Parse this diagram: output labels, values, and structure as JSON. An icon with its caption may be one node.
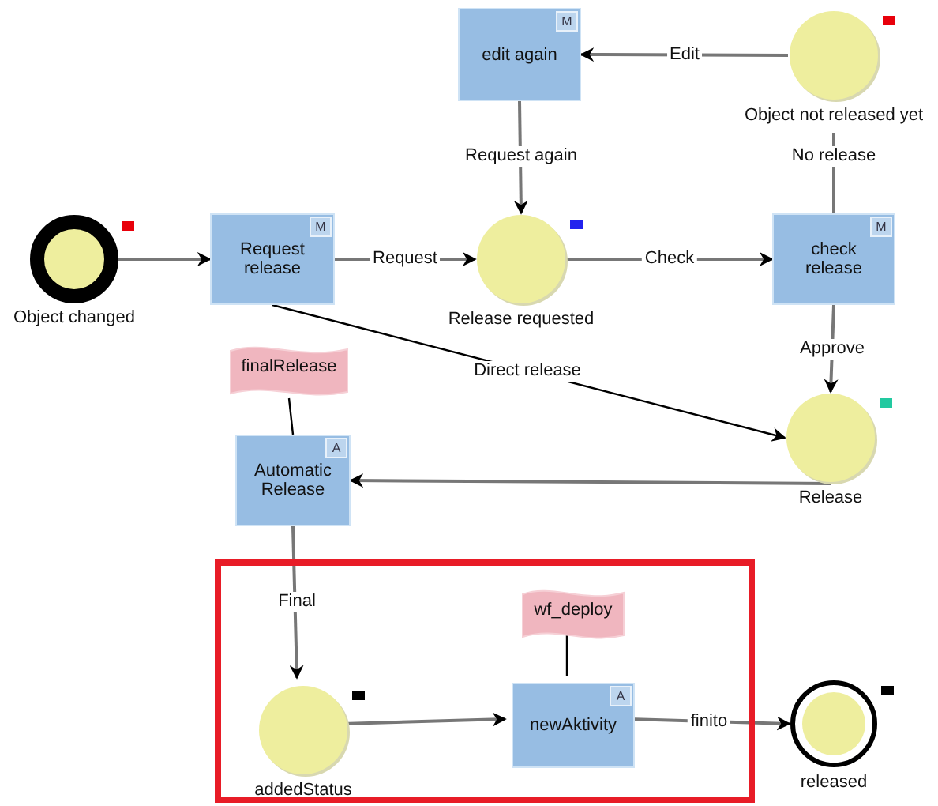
{
  "diagram": {
    "nodes": [
      {
        "text": [
          "Object changed"
        ]
      },
      {
        "text": [
          "Request release",
          "M"
        ]
      },
      {
        "text": [
          "edit again",
          "M"
        ]
      },
      {
        "text": [
          "Object not released yet"
        ]
      },
      {
        "text": [
          "Release requested"
        ]
      },
      {
        "text": [
          "check release",
          "M"
        ]
      },
      {
        "text": [
          "finalRelease"
        ]
      },
      {
        "text": [
          "Release"
        ]
      },
      {
        "text": [
          "Automatic Release",
          "A"
        ]
      },
      {
        "text": [],
        "shape": "box"
      },
      {
        "text": [
          "wf_deploy"
        ],
        "in": 9
      },
      {
        "text": [
          "addedStatus"
        ],
        "in": 9
      },
      {
        "text": [
          "newAktivity",
          "A"
        ],
        "in": 9
      },
      {
        "text": [
          "released"
        ]
      }
    ],
    "edges": [
      {
        "from": 0,
        "to": 1,
        "arrow": "to"
      },
      {
        "from": 1,
        "to": 4,
        "arrow": "to",
        "label": "Request"
      },
      {
        "from": 4,
        "to": 5,
        "arrow": "to",
        "label": "Check"
      },
      {
        "from": 3,
        "to": 2,
        "arrow": "to",
        "label": "Edit"
      },
      {
        "from": 5,
        "to": 3,
        "arrow": "none",
        "label": "No release"
      },
      {
        "from": 2,
        "to": 4,
        "arrow": "to",
        "label": "Request again"
      },
      {
        "from": 5,
        "to": 7,
        "arrow": "to",
        "label": "Approve"
      },
      {
        "from": 1,
        "to": 7,
        "arrow": "to",
        "label": "Direct release",
        "color": "#000000"
      },
      {
        "from": 7,
        "to": 8,
        "arrow": "to"
      },
      {
        "from": 6,
        "to": 8,
        "arrow": "none",
        "color": "#000000"
      },
      {
        "from": 8,
        "to": 11,
        "arrow": "to",
        "label": "Final"
      },
      {
        "from": 11,
        "to": 12,
        "arrow": "to"
      },
      {
        "from": 10,
        "to": 12,
        "arrow": "none",
        "color": "#000000"
      },
      {
        "from": 12,
        "to": 13,
        "arrow": "to",
        "label": "finito"
      }
    ]
  }
}
